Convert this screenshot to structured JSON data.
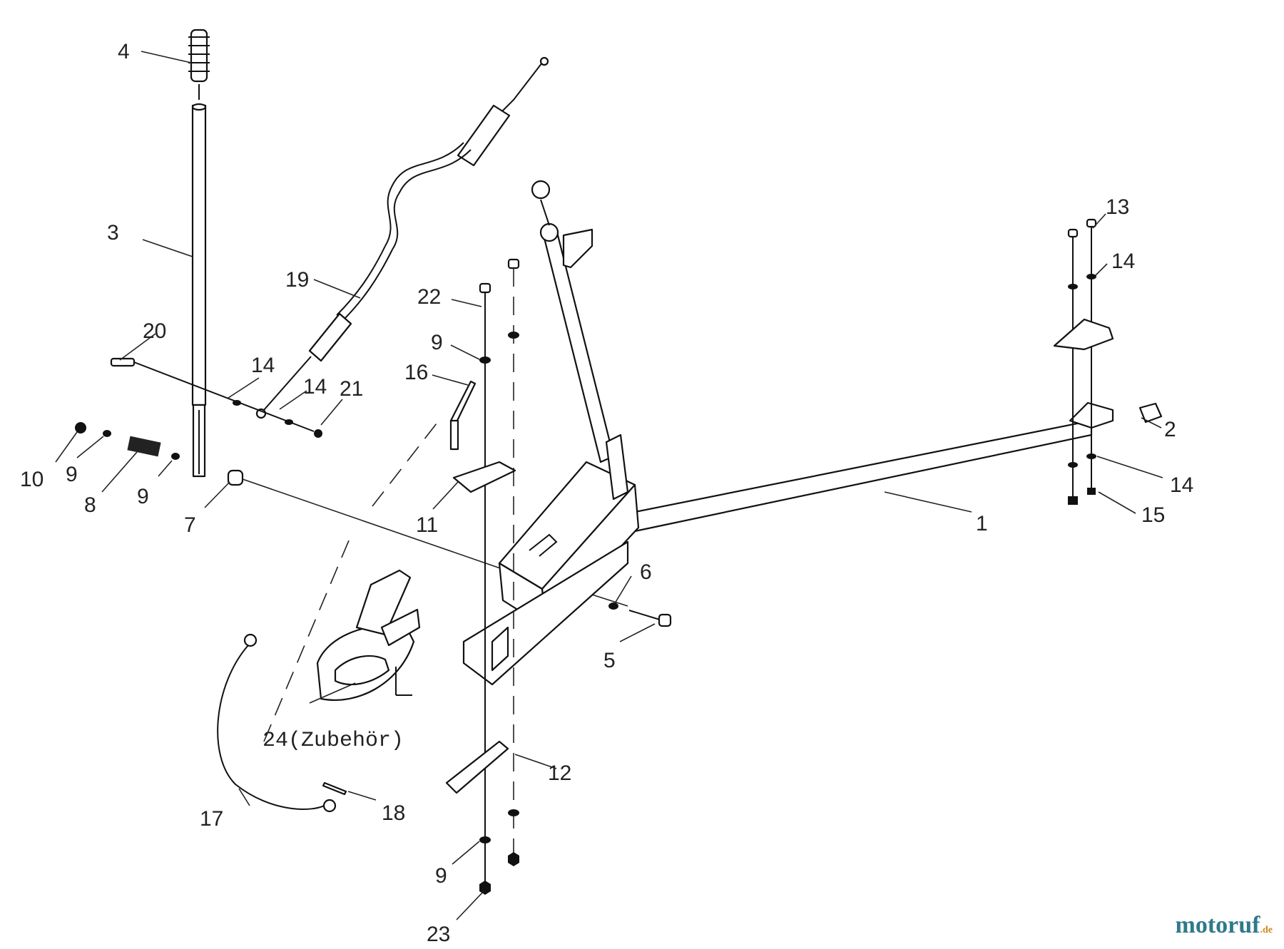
{
  "labels": {
    "l1": "1",
    "l2": "2",
    "l3": "3",
    "l4": "4",
    "l5": "5",
    "l6": "6",
    "l7": "7",
    "l8": "8",
    "l9a": "9",
    "l9b": "9",
    "l9c": "9",
    "l9d": "9",
    "l10": "10",
    "l11": "11",
    "l12": "12",
    "l13": "13",
    "l14a": "14",
    "l14b": "14",
    "l14c": "14",
    "l14d": "14",
    "l15": "15",
    "l16": "16",
    "l17": "17",
    "l18": "18",
    "l19": "19",
    "l20": "20",
    "l21": "21",
    "l22": "22",
    "l23": "23",
    "l24": "24(Zubehör)"
  },
  "watermark": {
    "main": "motoruf",
    "sub": ".de"
  }
}
